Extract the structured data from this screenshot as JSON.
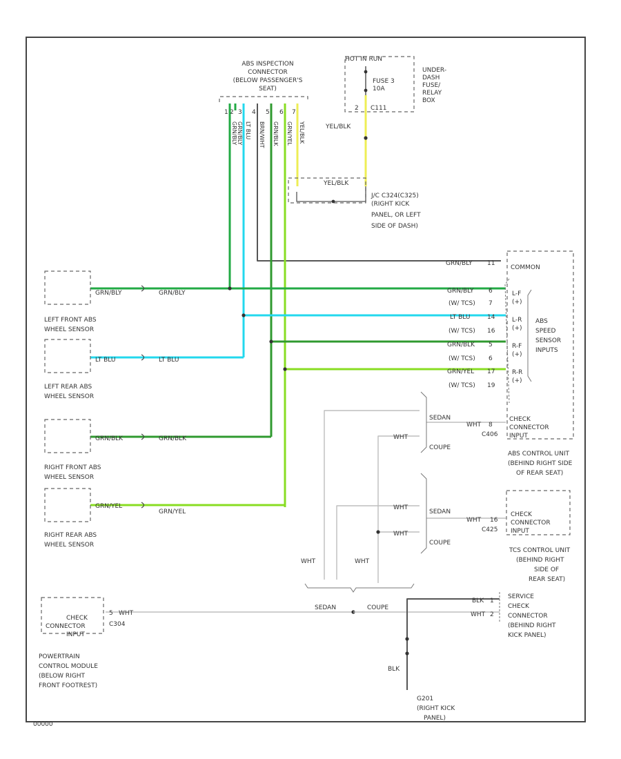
{
  "colors": {
    "grn_bly": "#22aa44",
    "lt_blu": "#22d8ee",
    "grn_blk": "#2f9a2f",
    "grn_yel": "#88dd22",
    "yel_blk": "#eeee55",
    "dark": "#555555",
    "white_wire": "#bdbdbd"
  },
  "abs_connector": {
    "lines": [
      "ABS INSPECTION",
      "CONNECTOR",
      "(BELOW PASSENGER'S",
      "SEAT)"
    ],
    "pins": [
      "1",
      "2",
      "3",
      "4",
      "5",
      "6",
      "7"
    ],
    "wire_labels": [
      "GRN/BLY",
      "GRN/BLY",
      "LT BLU",
      "BRN/WHT",
      "GRN/BLK",
      "GRN/YEL",
      "YEL/BLK"
    ]
  },
  "hot_run": "HOT IN RUN",
  "fuse": {
    "name": "FUSE 3",
    "rating": "10A"
  },
  "c111": {
    "pin": "2",
    "name": "C111"
  },
  "yel_blk_label": "YEL/BLK",
  "fuse_box": [
    "UNDER-",
    "DASH",
    "FUSE/",
    "RELAY",
    "BOX"
  ],
  "jc": {
    "name": "J/C C324(C325)",
    "lines": [
      "(RIGHT KICK",
      "PANEL, OR LEFT",
      "SIDE OF DASH)"
    ]
  },
  "sensors": [
    {
      "lines": [
        "LEFT FRONT ABS",
        "WHEEL SENSOR"
      ],
      "wire": "GRN/BLY"
    },
    {
      "lines": [
        "LEFT REAR ABS",
        "WHEEL SENSOR"
      ],
      "wire": "LT BLU"
    },
    {
      "lines": [
        "RIGHT FRONT ABS",
        "WHEEL SENSOR"
      ],
      "wire": "GRN/BLK"
    },
    {
      "lines": [
        "RIGHT REAR ABS",
        "WHEEL SENSOR"
      ],
      "wire": "GRN/YEL"
    }
  ],
  "abs_unit": {
    "common_wire": "GRN/BLY",
    "common_pin": "11",
    "common_label": "COMMON",
    "rows": [
      {
        "wire": "GRN/BLY",
        "pin": "6",
        "alt": "(W/ TCS)",
        "alt_pin": "7"
      },
      {
        "wire": "LT BLU",
        "pin": "14",
        "alt": "(W/ TCS)",
        "alt_pin": "16"
      },
      {
        "wire": "GRN/BLK",
        "pin": "5",
        "alt": "(W/ TCS)",
        "alt_pin": "6"
      },
      {
        "wire": "GRN/YEL",
        "pin": "17",
        "alt": "(W/ TCS)",
        "alt_pin": "19"
      }
    ],
    "pin_labels": [
      "L-F",
      "(+)",
      "L-R",
      "(+)",
      "R-F",
      "(+)",
      "R-R",
      "(+)"
    ],
    "group": [
      "ABS",
      "SPEED",
      "SENSOR",
      "INPUTS"
    ],
    "check_wire": "WHT",
    "check_pin": "8",
    "check_label": [
      "CHECK",
      "CONNECTOR",
      "INPUT"
    ],
    "connector": "C406",
    "desc": [
      "ABS CONTROL UNIT",
      "(BEHIND RIGHT SIDE",
      "OF REAR SEAT)"
    ]
  },
  "sedan": "SEDAN",
  "coupe": "COUPE",
  "wht": "WHT",
  "tcs_unit": {
    "wire": "WHT",
    "pin": "16",
    "connector": "C425",
    "label": [
      "CHECK",
      "CONNECTOR",
      "INPUT"
    ],
    "desc": [
      "TCS CONTROL UNIT",
      "(BEHIND RIGHT",
      "SIDE OF",
      "REAR SEAT)"
    ]
  },
  "pcm": {
    "label": [
      "CHECK",
      "CONNECTOR",
      "INPUT"
    ],
    "pin": "5",
    "wire": "WHT",
    "connector": "C304",
    "desc": [
      "POWERTRAIN",
      "CONTROL MODULE",
      "(BELOW RIGHT",
      "FRONT FOOTREST)"
    ]
  },
  "service": {
    "rows": [
      {
        "wire": "BLK",
        "pin": "1"
      },
      {
        "wire": "WHT",
        "pin": "2"
      }
    ],
    "desc": [
      "SERVICE",
      "CHECK",
      "CONNECTOR",
      "(BEHIND RIGHT",
      "KICK PANEL)"
    ]
  },
  "ground": {
    "wire": "BLK",
    "name": "G201",
    "lines": [
      "(RIGHT KICK",
      "PANEL)"
    ]
  },
  "ref": "00000"
}
